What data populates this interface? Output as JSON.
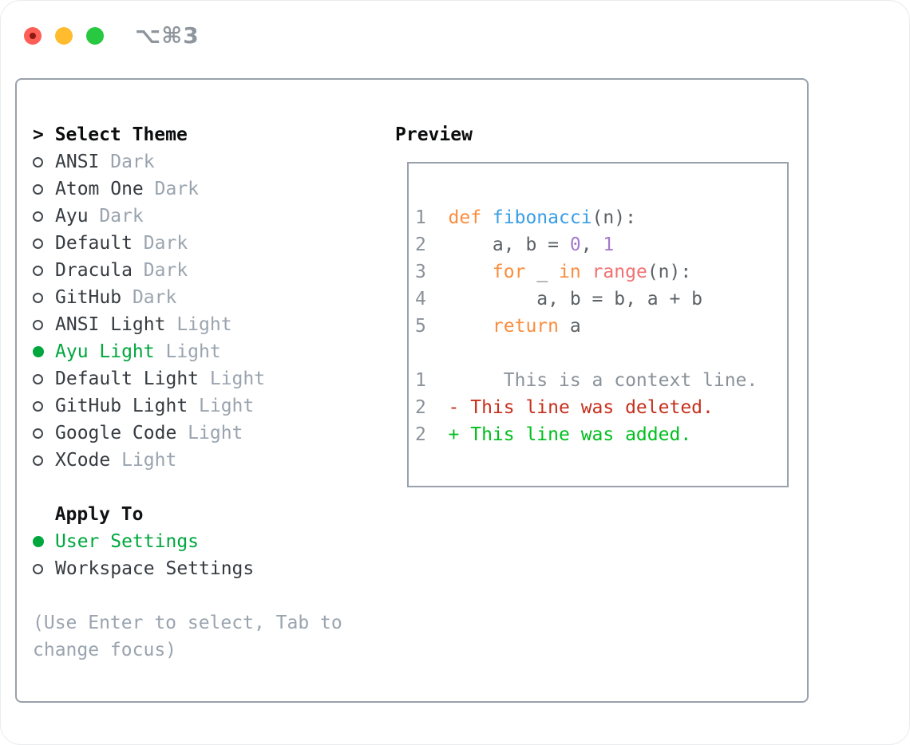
{
  "window": {
    "title_shortcut": "⌥⌘3",
    "traffic_lights": [
      "close",
      "minimize",
      "zoom"
    ]
  },
  "theme_list": {
    "header_prefix": ">",
    "header_label": "Select Theme",
    "items": [
      {
        "name": "ANSI",
        "variant": "Dark",
        "selected": false
      },
      {
        "name": "Atom One",
        "variant": "Dark",
        "selected": false
      },
      {
        "name": "Ayu",
        "variant": "Dark",
        "selected": false
      },
      {
        "name": "Default",
        "variant": "Dark",
        "selected": false
      },
      {
        "name": "Dracula",
        "variant": "Dark",
        "selected": false
      },
      {
        "name": "GitHub",
        "variant": "Dark",
        "selected": false
      },
      {
        "name": "ANSI Light",
        "variant": "Light",
        "selected": false
      },
      {
        "name": "Ayu Light",
        "variant": "Light",
        "selected": true
      },
      {
        "name": "Default Light",
        "variant": "Light",
        "selected": false
      },
      {
        "name": "GitHub Light",
        "variant": "Light",
        "selected": false
      },
      {
        "name": "Google Code",
        "variant": "Light",
        "selected": false
      },
      {
        "name": "XCode",
        "variant": "Light",
        "selected": false
      }
    ]
  },
  "apply_to": {
    "header": "Apply To",
    "options": [
      {
        "name": "User Settings",
        "selected": true
      },
      {
        "name": "Workspace Settings",
        "selected": false
      }
    ]
  },
  "hint": "(Use Enter to select, Tab to change focus)",
  "preview": {
    "header": "Preview",
    "lines": [
      {
        "num": "1",
        "tokens": [
          [
            "def ",
            "kw"
          ],
          [
            "fibonacci",
            "fn"
          ],
          [
            "(n):",
            "fg"
          ]
        ]
      },
      {
        "num": "2",
        "tokens": [
          [
            "    a, b = ",
            "fg"
          ],
          [
            "0",
            "num"
          ],
          [
            ", ",
            "fg"
          ],
          [
            "1",
            "num"
          ]
        ]
      },
      {
        "num": "3",
        "tokens": [
          [
            "    ",
            "fg"
          ],
          [
            "for",
            "kw"
          ],
          [
            " _ ",
            "fg"
          ],
          [
            "in",
            "kw"
          ],
          [
            " ",
            "fg"
          ],
          [
            "range",
            "call"
          ],
          [
            "(n):",
            "fg"
          ]
        ]
      },
      {
        "num": "4",
        "tokens": [
          [
            "        a, b = b, a + b",
            "fg"
          ]
        ]
      },
      {
        "num": "5",
        "tokens": [
          [
            "    ",
            "fg"
          ],
          [
            "return",
            "kw"
          ],
          [
            " a",
            "fg"
          ]
        ]
      },
      {
        "num": "",
        "tokens": []
      },
      {
        "num": "1",
        "tokens": [
          [
            "     This is a context line.",
            "ctx"
          ]
        ]
      },
      {
        "num": "2",
        "tokens": [
          [
            "- This line was deleted.",
            "del"
          ]
        ]
      },
      {
        "num": "2",
        "tokens": [
          [
            "+ This line was added.",
            "add"
          ]
        ]
      }
    ]
  },
  "colors": {
    "ui_green": "#00a73e",
    "item_text": "#363b41",
    "variant_gray": "#9aa4af",
    "hint_gray": "#9aa4af",
    "border_gray": "#99a1ab",
    "title_gray": "#8e959d",
    "kw": "#fa8d3e",
    "fn": "#399ee6",
    "call": "#f07171",
    "numlit": "#a37acc",
    "fg": "#5c6166",
    "linenum": "#8a9199",
    "ctx": "#8a9199",
    "del": "#c5301c",
    "add": "#00be1e",
    "red": "#ff5f57",
    "yellow": "#febc2e",
    "green": "#28c840"
  }
}
